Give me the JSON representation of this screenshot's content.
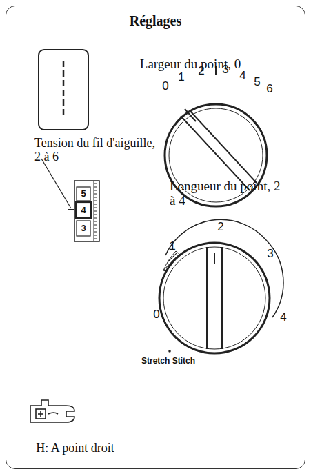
{
  "diagram": {
    "nodes": [
      {
        "text": [
          "Réglages"
        ]
      }
    ],
    "labels": [
      "Largeur du point, 0",
      "0",
      "1",
      "2",
      "3",
      "4",
      "5",
      "6",
      "Tension du fil d'aiguille, 2 à 6",
      "5",
      "4",
      "3",
      "Longueur du point, 2 à 4",
      "0",
      "1",
      "2",
      "3",
      "4",
      "Stretch Stitch",
      "H: A point droit"
    ]
  }
}
